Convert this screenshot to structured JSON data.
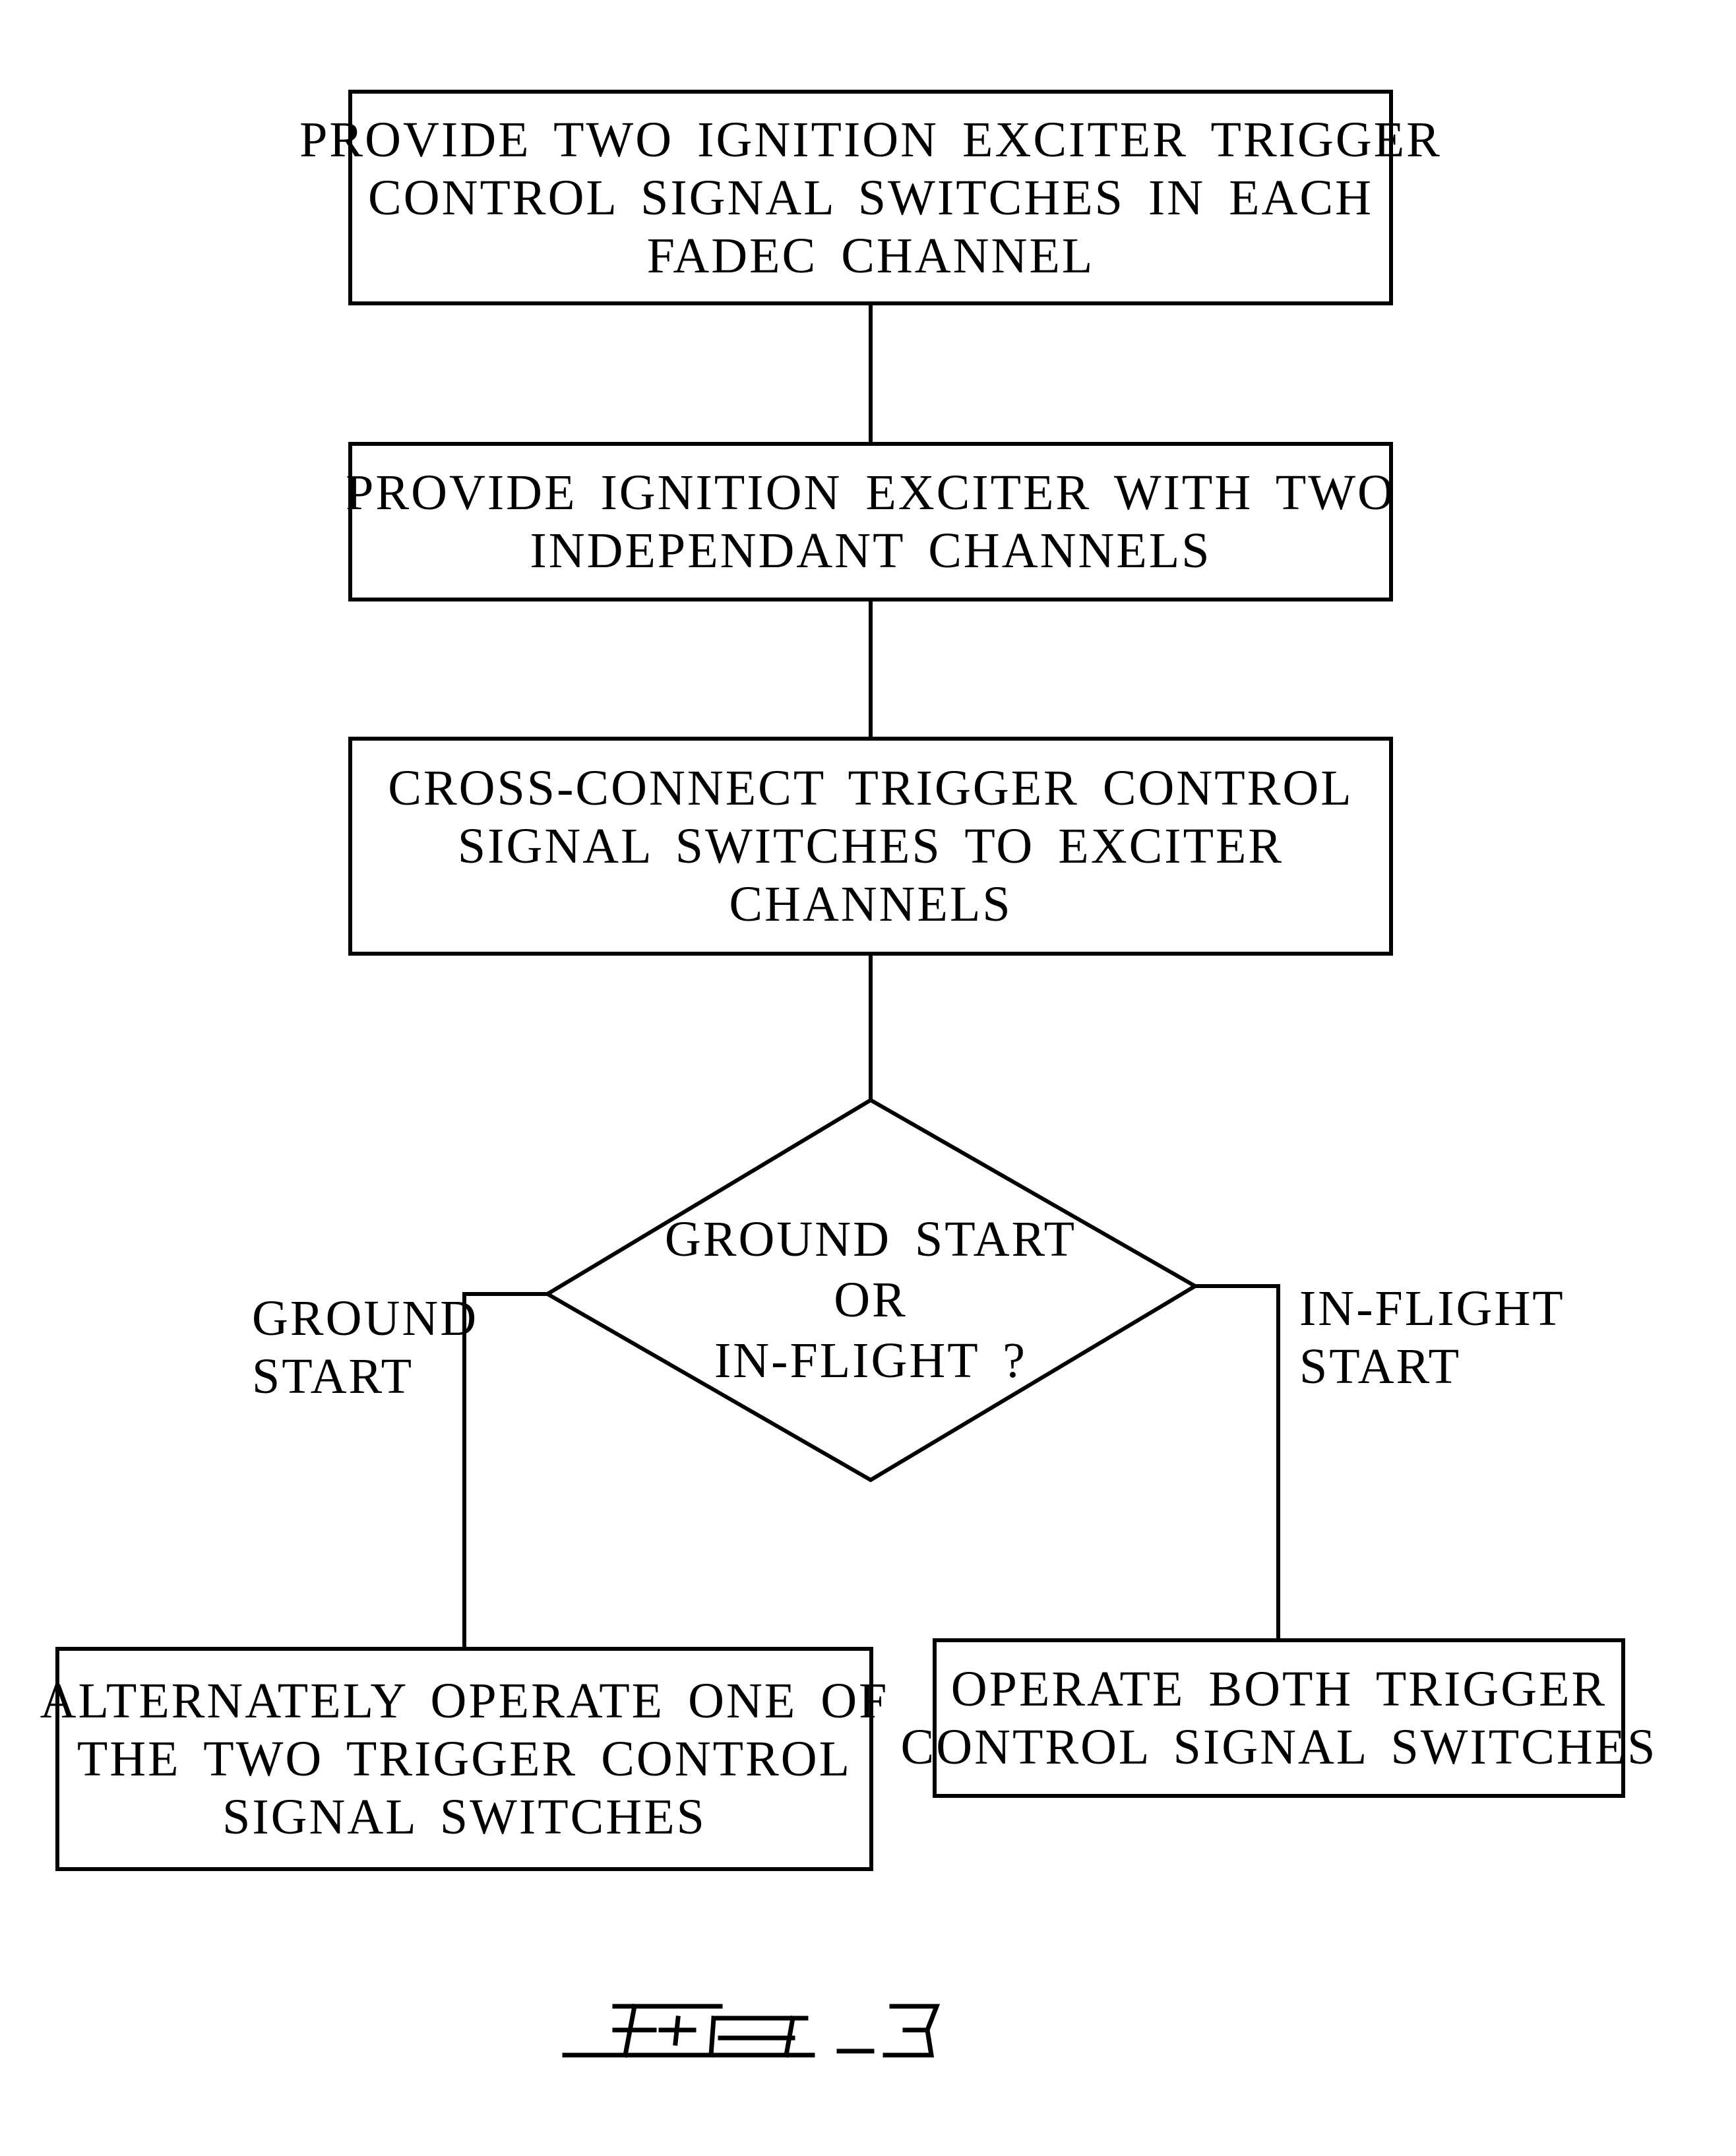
{
  "steps": [
    {
      "lines": [
        "PROVIDE TWO IGNITION EXCITER TRIGGER",
        "CONTROL SIGNAL SWITCHES IN EACH",
        "FADEC CHANNEL"
      ]
    },
    {
      "lines": [
        "PROVIDE IGNITION EXCITER WITH TWO",
        "INDEPENDANT CHANNELS"
      ]
    },
    {
      "lines": [
        "CROSS-CONNECT TRIGGER CONTROL",
        "SIGNAL SWITCHES TO EXCITER",
        "CHANNELS"
      ]
    }
  ],
  "decision": {
    "lines": [
      "GROUND START",
      "OR",
      "IN-FLIGHT ?"
    ]
  },
  "branches": {
    "left": {
      "label": [
        "GROUND",
        "START"
      ],
      "lines": [
        "ALTERNATELY OPERATE ONE OF",
        "THE TWO TRIGGER CONTROL",
        "SIGNAL SWITCHES"
      ]
    },
    "right": {
      "label": [
        "IN-FLIGHT",
        "START"
      ],
      "lines": [
        "OPERATE BOTH TRIGGER",
        "CONTROL SIGNAL SWITCHES"
      ]
    }
  },
  "figure_label": "FIG-3"
}
